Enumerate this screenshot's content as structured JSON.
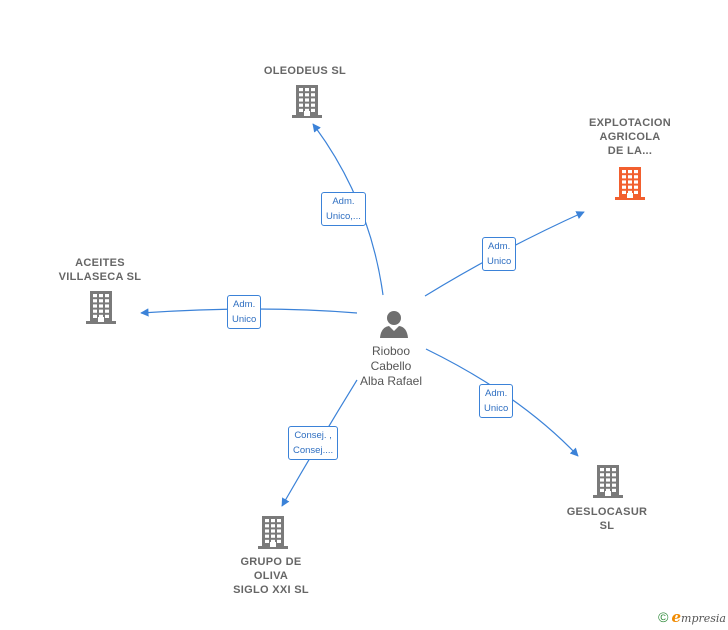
{
  "colors": {
    "edge": "#3b82d8",
    "building": "#7a7a7a",
    "building_highlight": "#f25f2e",
    "person": "#6f6f6f"
  },
  "center": {
    "name_lines": [
      "Rioboo",
      "Cabello",
      "Alba Rafael"
    ],
    "icon": "person-icon"
  },
  "nodes": [
    {
      "id": "oleodeus",
      "lines": [
        "OLEODEUS  SL"
      ],
      "icon": "building-icon",
      "highlight": false
    },
    {
      "id": "explotacion",
      "lines": [
        "EXPLOTACION",
        "AGRICOLA",
        "DE LA..."
      ],
      "icon": "building-icon",
      "highlight": true
    },
    {
      "id": "aceites",
      "lines": [
        "ACEITES",
        "VILLASECA  SL"
      ],
      "icon": "building-icon",
      "highlight": false
    },
    {
      "id": "geslocasur",
      "lines": [
        "GESLOCASUR",
        "SL"
      ],
      "icon": "building-icon",
      "highlight": false
    },
    {
      "id": "grupo",
      "lines": [
        "GRUPO DE",
        "OLIVA",
        "SIGLO XXI  SL"
      ],
      "icon": "building-icon",
      "highlight": false
    }
  ],
  "edges": [
    {
      "to": "oleodeus",
      "lines": [
        "Adm.",
        "Unico,..."
      ]
    },
    {
      "to": "explotacion",
      "lines": [
        "Adm.",
        "Unico"
      ]
    },
    {
      "to": "aceites",
      "lines": [
        "Adm.",
        "Unico"
      ]
    },
    {
      "to": "geslocasur",
      "lines": [
        "Adm.",
        "Unico"
      ]
    },
    {
      "to": "grupo",
      "lines": [
        "Consej. ,",
        "Consej...."
      ]
    }
  ],
  "footer": {
    "copyright": "©",
    "brand_initial": "e",
    "brand_rest": "mpresia"
  }
}
